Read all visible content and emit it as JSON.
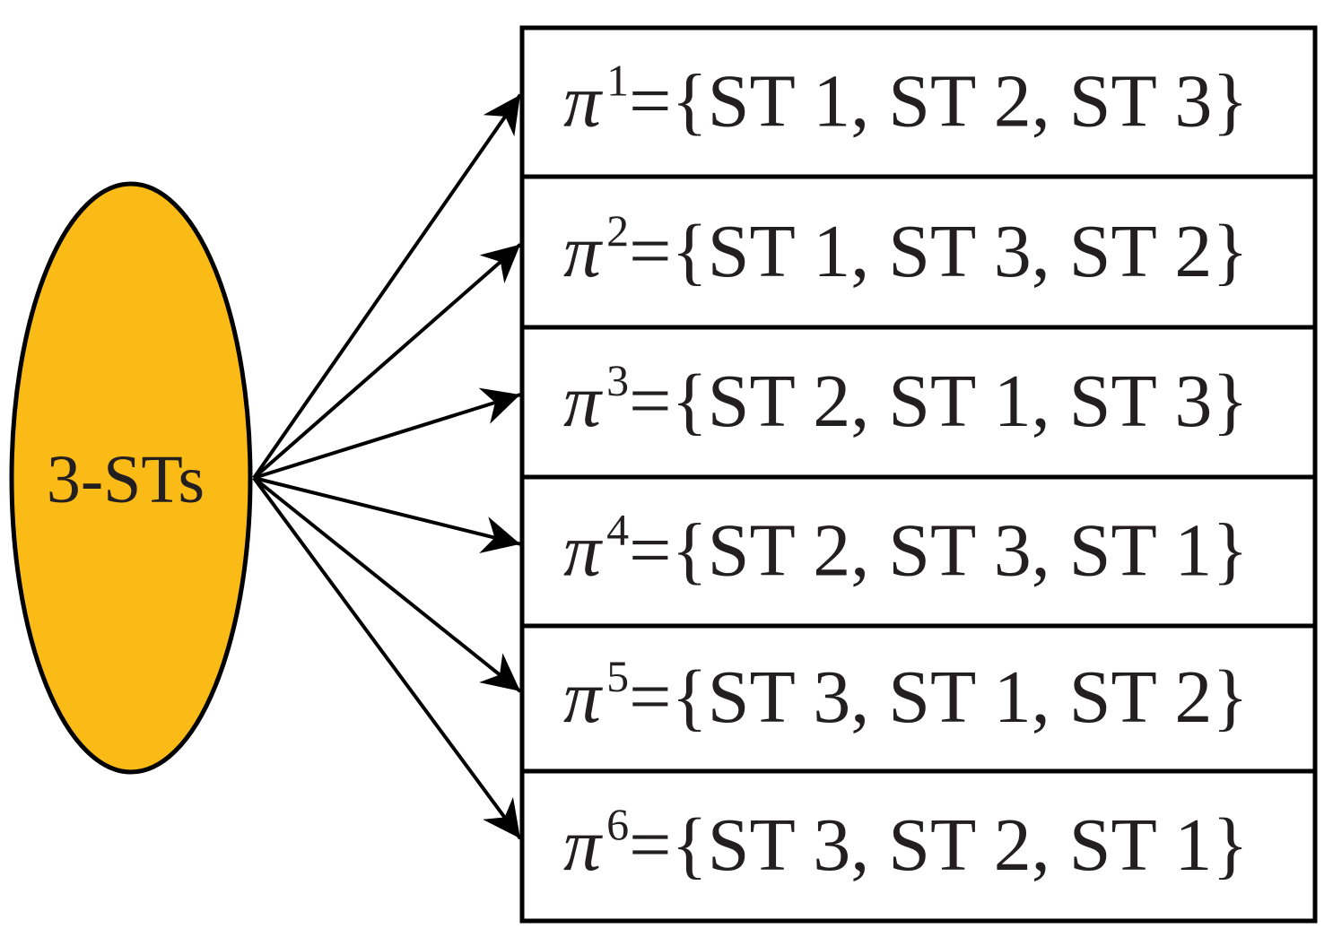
{
  "source": {
    "label": "3-STs",
    "fill_color": "#fbbb16",
    "stroke_color": "#000000"
  },
  "permutations": [
    {
      "symbol": "π",
      "index": "1",
      "equals": "=",
      "set": "{ST 1, ST 2, ST 3}"
    },
    {
      "symbol": "π",
      "index": "2",
      "equals": "=",
      "set": "{ST 1, ST 3, ST 2}"
    },
    {
      "symbol": "π",
      "index": "3",
      "equals": "=",
      "set": "{ST 2, ST 1, ST 3}"
    },
    {
      "symbol": "π",
      "index": "4",
      "equals": "=",
      "set": "{ST 2, ST 3, ST 1}"
    },
    {
      "symbol": "π",
      "index": "5",
      "equals": "=",
      "set": "{ST 3, ST 1, ST 2}"
    },
    {
      "symbol": "π",
      "index": "6",
      "equals": "=",
      "set": "{ST 3, ST 2, ST 1}"
    }
  ],
  "colors": {
    "stroke": "#000000",
    "text": "#231f20",
    "box_fill": "#ffffff"
  }
}
